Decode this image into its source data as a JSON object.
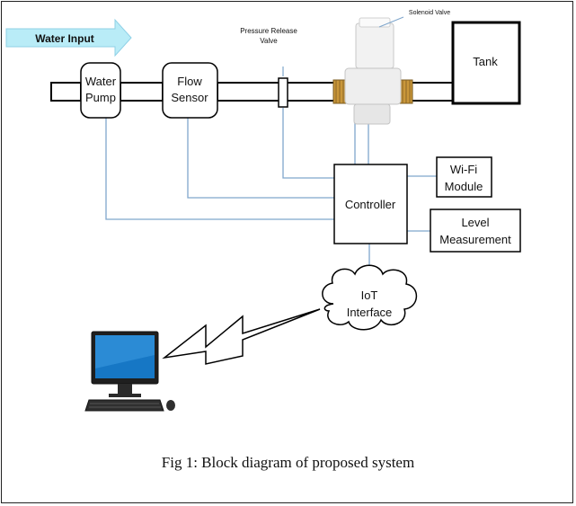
{
  "diagram": {
    "water_input_label": "Water Input",
    "blocks": {
      "water_pump": [
        "Water",
        "Pump"
      ],
      "flow_sensor": [
        "Flow",
        "Sensor"
      ],
      "pressure_valve": [
        "Pressure Release",
        "Valve"
      ],
      "solenoid_valve": "Solenoid Valve",
      "tank": "Tank",
      "controller": "Controller",
      "wifi": [
        "Wi-Fi",
        "Module"
      ],
      "level": [
        "Level",
        "Measurement"
      ],
      "iot": [
        "IoT",
        "Interface"
      ]
    },
    "colors": {
      "arrow_fill": "#b9ecf7",
      "connector": "#7fa6cc",
      "stroke": "#000000",
      "brass": "#c9973a"
    }
  },
  "caption": "Fig 1: Block diagram of proposed system"
}
